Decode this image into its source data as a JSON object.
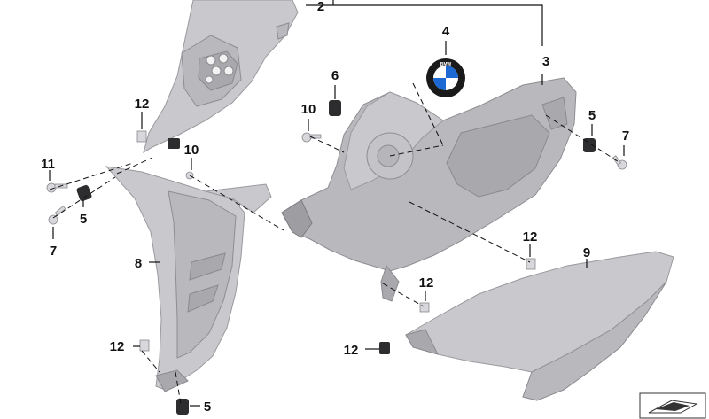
{
  "callouts": {
    "c2": "2",
    "c3": "3",
    "c4": "4",
    "c5a": "5",
    "c5b": "5",
    "c5c": "5",
    "c6": "6",
    "c7a": "7",
    "c7b": "7",
    "c8": "8",
    "c9": "9",
    "c10a": "10",
    "c10b": "10",
    "c11": "11",
    "c12a": "12",
    "c12b": "12",
    "c12c": "12",
    "c12d": "12",
    "c12e": "12"
  },
  "logo": {
    "text": "BMW"
  },
  "colors": {
    "part_light": "#c9c9cd",
    "part_mid": "#b9b9bd",
    "part_dark": "#9e9ea2",
    "hardware": "#2d2d2f",
    "logo_blue": "#1c69d4"
  }
}
